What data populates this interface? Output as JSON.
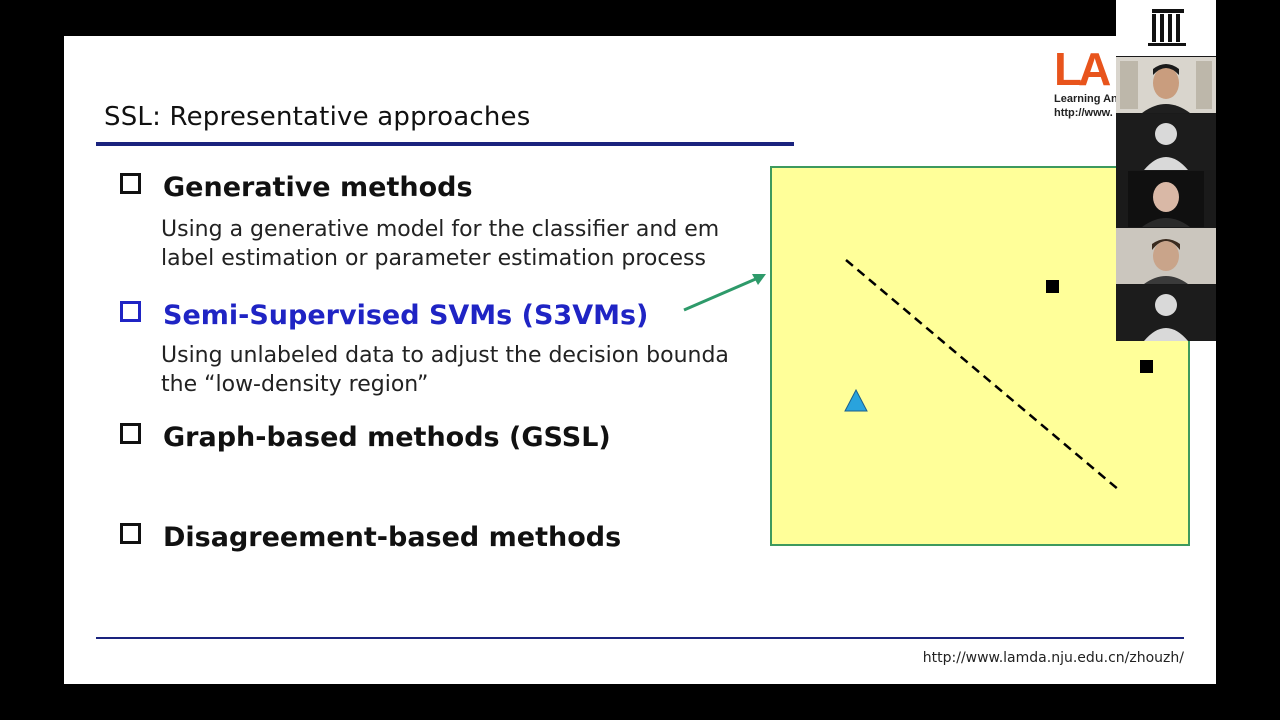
{
  "slide": {
    "title": "SSL: Representative approaches",
    "footer_url": "http://www.lamda.nju.edu.cn/zhouzh/",
    "logo": {
      "mark": "LA",
      "subtitle": "Learning And",
      "url": "http://www."
    },
    "bullets": [
      {
        "label": "Generative methods",
        "description": [
          "Using a generative model for the classifier and em",
          "label estimation or parameter estimation process"
        ]
      },
      {
        "label": "Semi-Supervised SVMs (S3VMs)",
        "description": [
          "Using unlabeled data to adjust the decision bounda",
          "the “low-density region”"
        ]
      },
      {
        "label": "Graph-based methods (GSSL)",
        "description": []
      },
      {
        "label": "Disagreement-based methods",
        "description": []
      }
    ],
    "colors": {
      "title_rule": "#1a237e",
      "highlight": "#1f24c4",
      "figure_bg": "#ffff99",
      "figure_border": "#3d9a5e",
      "arrow": "#2e9a6a",
      "triangle": "#29a3dd"
    }
  },
  "participants": {
    "icons": [
      "institution-logo-icon",
      "host-video",
      "avatar-icon",
      "participant-video",
      "participant-video",
      "avatar-icon"
    ]
  }
}
